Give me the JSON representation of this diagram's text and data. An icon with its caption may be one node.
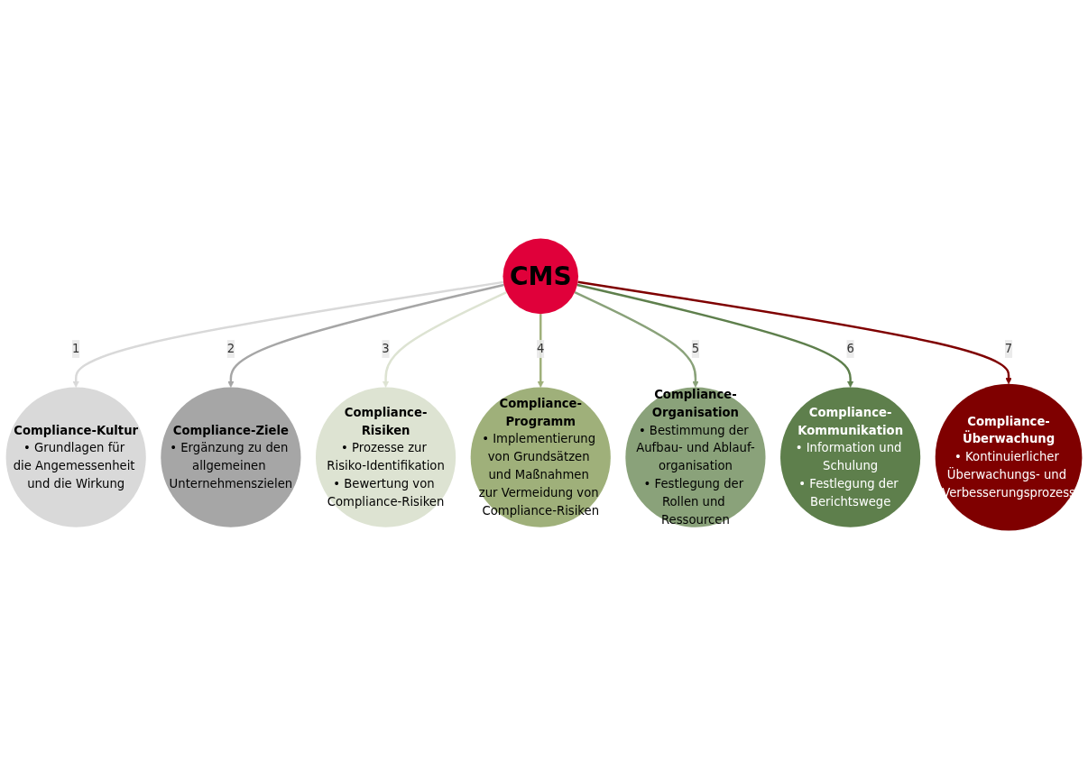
{
  "diagram": {
    "nodes": [
      {
        "text": [
          "CMS"
        ]
      },
      {
        "text": [
          "Compliance-Kultur",
          "• Grundlagen für die Angemessenheit und die Wirkung"
        ]
      },
      {
        "text": [
          "Compliance-Ziele",
          "• Ergänzung zu den allgemeinen Unternehmenszielen"
        ]
      },
      {
        "text": [
          "Compliance-Risiken",
          "• Prozesse zur Risiko-Identifikation",
          "• Bewertung von Compliance-Risiken"
        ]
      },
      {
        "text": [
          "Compliance-Programm",
          "• Implementierung von Grundsätzen und Maßnahmen zur Vermeidung von Compliance-Risiken"
        ]
      },
      {
        "text": [
          "Compliance-Organisation",
          "• Bestimmung der Aufbau- und Ablauf-organisation",
          "• Festlegung der Rollen und Ressourcen"
        ]
      },
      {
        "text": [
          "Compliance-Kommunikation",
          "• Information und Schulung",
          "• Festlegung der Berichtswege"
        ]
      },
      {
        "text": [
          "Compliance-Überwachung",
          "• Kontinuierlicher Überwachungs- und Verbesserungsprozess"
        ]
      }
    ],
    "edges": [
      {
        "from": 0,
        "to": 1,
        "arrow": "to",
        "label": "1",
        "color": "#d9d9d9"
      },
      {
        "from": 0,
        "to": 2,
        "arrow": "to",
        "label": "2",
        "color": "#a6a6a6"
      },
      {
        "from": 0,
        "to": 3,
        "arrow": "to",
        "label": "3",
        "color": "#dde3d2"
      },
      {
        "from": 0,
        "to": 4,
        "arrow": "to",
        "label": "4",
        "color": "#9fb07a"
      },
      {
        "from": 0,
        "to": 5,
        "arrow": "to",
        "label": "5",
        "color": "#8aa27a"
      },
      {
        "from": 0,
        "to": 6,
        "arrow": "to",
        "label": "6",
        "color": "#5e7f4c"
      },
      {
        "from": 0,
        "to": 7,
        "arrow": "to",
        "label": "7",
        "color": "#7f0000"
      }
    ]
  }
}
